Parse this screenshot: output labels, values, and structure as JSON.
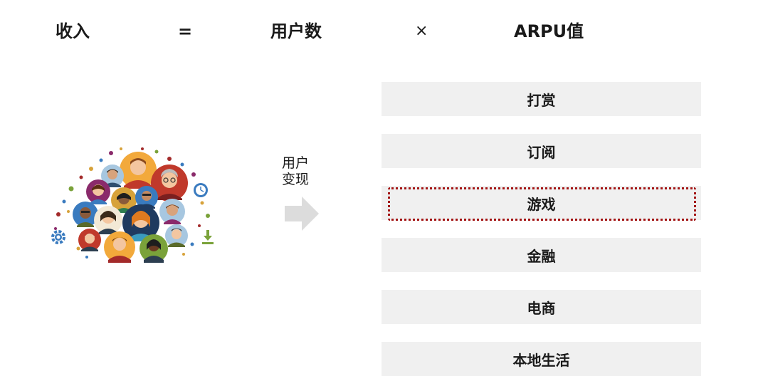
{
  "formula": {
    "revenue": "收入",
    "equals": "=",
    "users": "用户数",
    "times": "×",
    "arpu": "ARPU值"
  },
  "monetization": {
    "line1": "用户",
    "line2": "变现",
    "arrow_icon": "right-arrow-icon"
  },
  "illustration": {
    "icon": "user-crowd-icon",
    "side_icons": [
      "gear-icon",
      "clock-icon",
      "download-icon"
    ]
  },
  "categories": [
    {
      "label": "打赏",
      "highlighted": false
    },
    {
      "label": "订阅",
      "highlighted": false
    },
    {
      "label": "游戏",
      "highlighted": true
    },
    {
      "label": "金融",
      "highlighted": false
    },
    {
      "label": "电商",
      "highlighted": false
    },
    {
      "label": "本地生活",
      "highlighted": false
    }
  ],
  "colors": {
    "highlight_border": "#a31515",
    "box_fill": "#f0f0f0",
    "arrow_fill": "#dcdcdc"
  }
}
